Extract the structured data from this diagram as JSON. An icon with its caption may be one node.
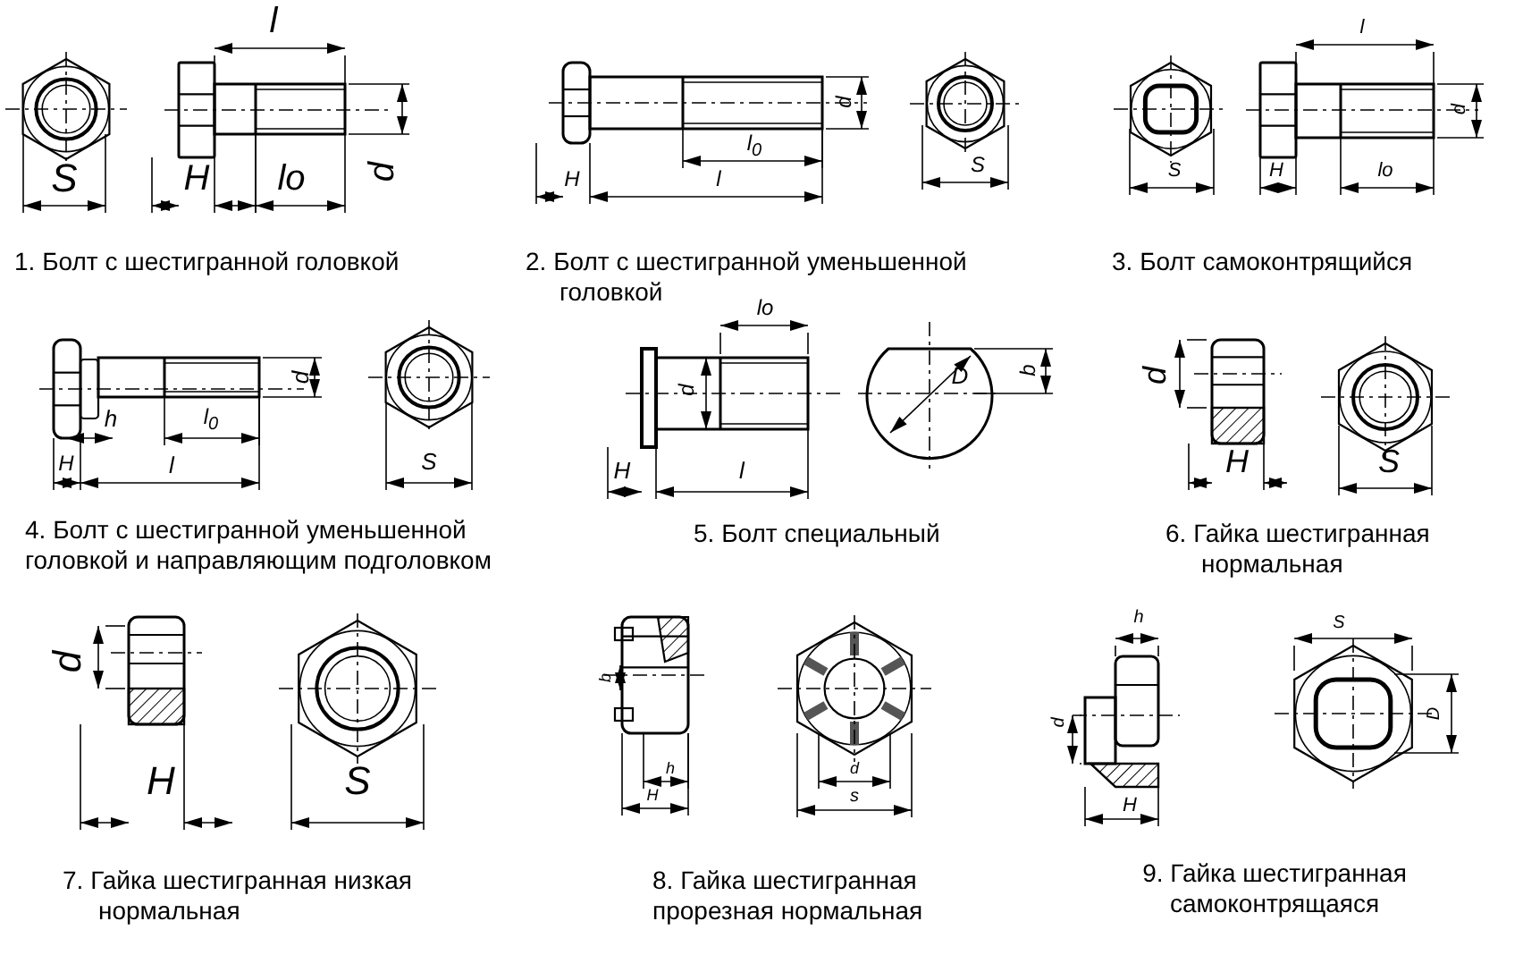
{
  "diagram": {
    "labels": [
      "l",
      "S",
      "H",
      "lo",
      "d",
      "1. Болт с шестигранной головкой",
      "d",
      "S",
      "l$_{0}$",
      "H",
      "l",
      "2. Болт с шестигранной уменьшенной головкой",
      "l",
      "d",
      "S",
      "H",
      "lo",
      "3. Болт самоконтрящийся",
      "d",
      "h",
      "l$_{0}$",
      "H",
      "l",
      "S",
      "4. Болт с шестигранной уменьшенной головкой и направляющим подголовком",
      "lo",
      "d",
      "D",
      "b",
      "H",
      "l",
      "5. Болт специальный",
      "d",
      "H",
      "S",
      "6. Гайка шестигранная нормальная",
      "d",
      "H",
      "S",
      "7. Гайка шестигранная низкая нормальная",
      "b",
      "h",
      "H",
      "d",
      "s",
      "8. Гайка шестигранная прорезная нормальная",
      "h",
      "S",
      "d",
      "D",
      "H",
      "9. Гайка шестигранная самоконтрящаяся"
    ]
  }
}
